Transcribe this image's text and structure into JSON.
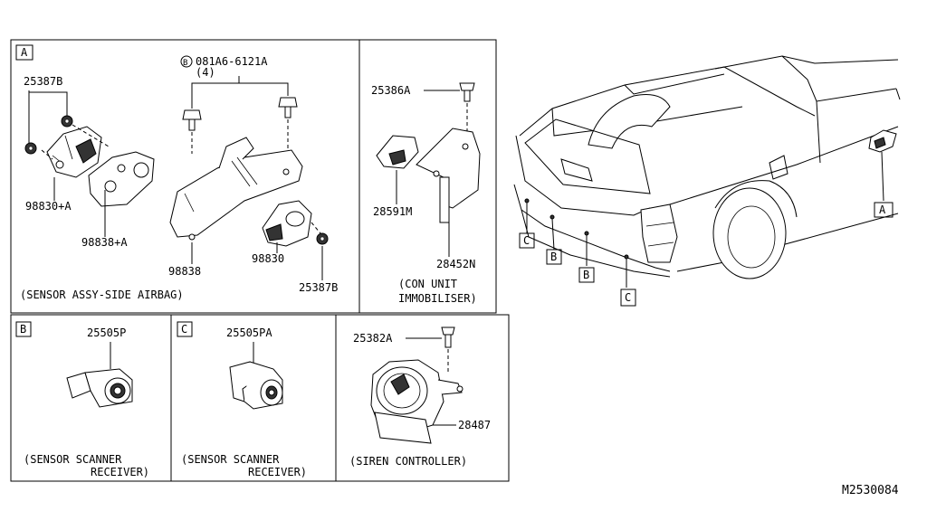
{
  "diagram_id": "M2530084",
  "panel_a": {
    "tag": "A",
    "bolt_callout": "081A6-6121A",
    "bolt_circle_letter": "B",
    "bolt_qty": "(4)",
    "labels": {
      "nut_left": "25387B",
      "sensor_left": "98830+A",
      "bracket_left": "98838+A",
      "bracket_main": "98838",
      "sensor_right": "98830",
      "nut_right": "25387B"
    },
    "caption": "(SENSOR ASSY-SIDE AIRBAG)"
  },
  "panel_immobiliser": {
    "labels": {
      "screw": "25386A",
      "unit": "28591M",
      "bracket": "28452N"
    },
    "caption_line1": "(CON UNIT",
    "caption_line2": "IMMOBILISER)"
  },
  "panel_b": {
    "tag": "B",
    "part": "25505P",
    "caption_line1": "(SENSOR SCANNER",
    "caption_line2": "RECEIVER)"
  },
  "panel_c": {
    "tag": "C",
    "part": "25505PA",
    "caption_line1": "(SENSOR SCANNER",
    "caption_line2": "RECEIVER)"
  },
  "panel_siren": {
    "labels": {
      "bolt": "25382A",
      "unit": "28487"
    },
    "caption": "(SIREN CONTROLLER)"
  },
  "truck_tags": {
    "a": "A",
    "b1": "B",
    "b2": "B",
    "c1": "C",
    "c2": "C"
  }
}
